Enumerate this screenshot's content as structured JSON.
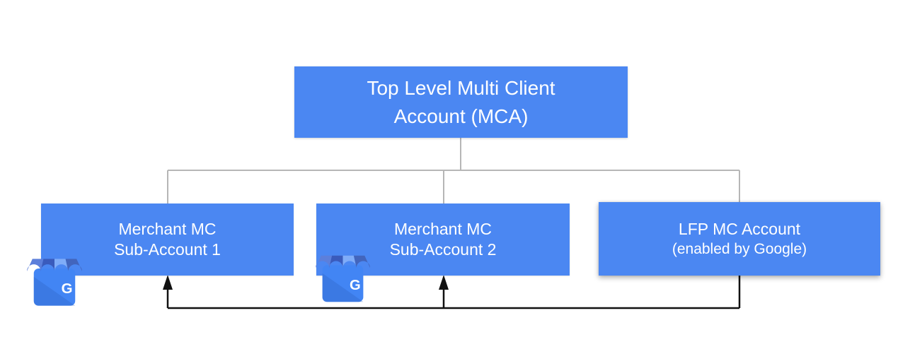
{
  "colors": {
    "background": "#ffffff",
    "node_fill": "#4b87f2",
    "node_text": "#ffffff",
    "tree_line": "#b6b6b6",
    "flow_line": "#111111",
    "icon_body": "#4285f4",
    "icon_body_shade": "#2f63c4",
    "icon_awning_first": "#5c7fdb",
    "icon_awning_dark": "#3a5bbc",
    "icon_awning_light": "#7facf8",
    "icon_awning_last": "#4265bd",
    "icon_letter_color": "#ffffff"
  },
  "diagram": {
    "root": {
      "line1": "Top Level Multi Client",
      "line2": "Account (MCA)"
    },
    "nodes": [
      {
        "line1": "Merchant MC",
        "line2": "Sub-Account 1"
      },
      {
        "line1": "Merchant MC",
        "line2": "Sub-Account 2"
      },
      {
        "line1": "LFP MC Account",
        "line2": "(enabled by Google)"
      }
    ]
  },
  "icons": [
    {
      "name": "google-business-storefront",
      "letter": "G"
    },
    {
      "name": "google-business-storefront",
      "letter": "G"
    }
  ]
}
